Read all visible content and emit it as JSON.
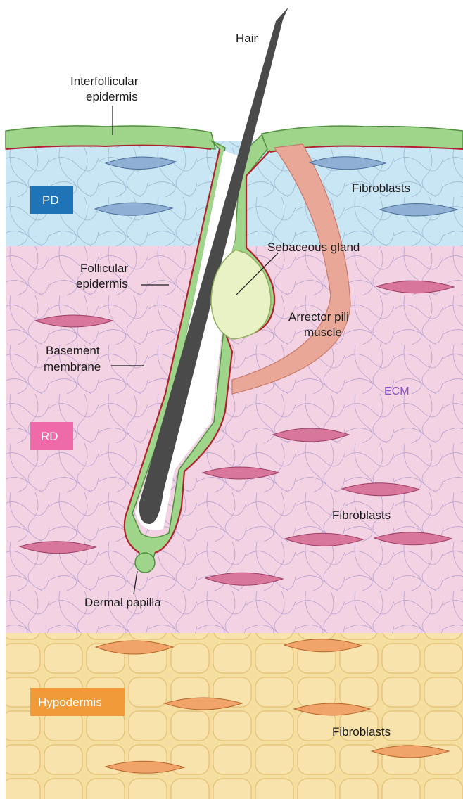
{
  "labels": {
    "hair": "Hair",
    "interfollicular_1": "Interfollicular",
    "interfollicular_2": "epidermis",
    "follicular_1": "Follicular",
    "follicular_2": "epidermis",
    "basement_1": "Basement",
    "basement_2": "membrane",
    "sebaceous": "Sebaceous gland",
    "arrector_1": "Arrector pili",
    "arrector_2": "muscle",
    "fibroblasts_pd": "Fibroblasts",
    "fibroblasts_rd": "Fibroblasts",
    "fibroblasts_hypo": "Fibroblasts",
    "ecm": "ECM",
    "dermal_papilla": "Dermal papilla"
  },
  "layer_tags": {
    "pd": "PD",
    "rd": "RD",
    "hypodermis": "Hypodermis"
  },
  "colors": {
    "pd_layer": "#c9e6f5",
    "rd_layer": "#f3d3e3",
    "hypodermis_layer": "#f6dda0",
    "pd_tag": "#1f74b8",
    "rd_tag": "#ef6aa8",
    "hypodermis_tag": "#f19a3a",
    "epidermis": "#9fd58a",
    "basement_membrane": "#b3202e",
    "hair": "#4a4a4a",
    "muscle": "#e9a897",
    "sebaceous": "#e8f2c4",
    "fibroblast_pd": "#8fb0d4",
    "fibroblast_rd": "#d8769c",
    "fibroblast_hypo": "#f0a46a",
    "ecm_text": "#8a4fc8"
  }
}
